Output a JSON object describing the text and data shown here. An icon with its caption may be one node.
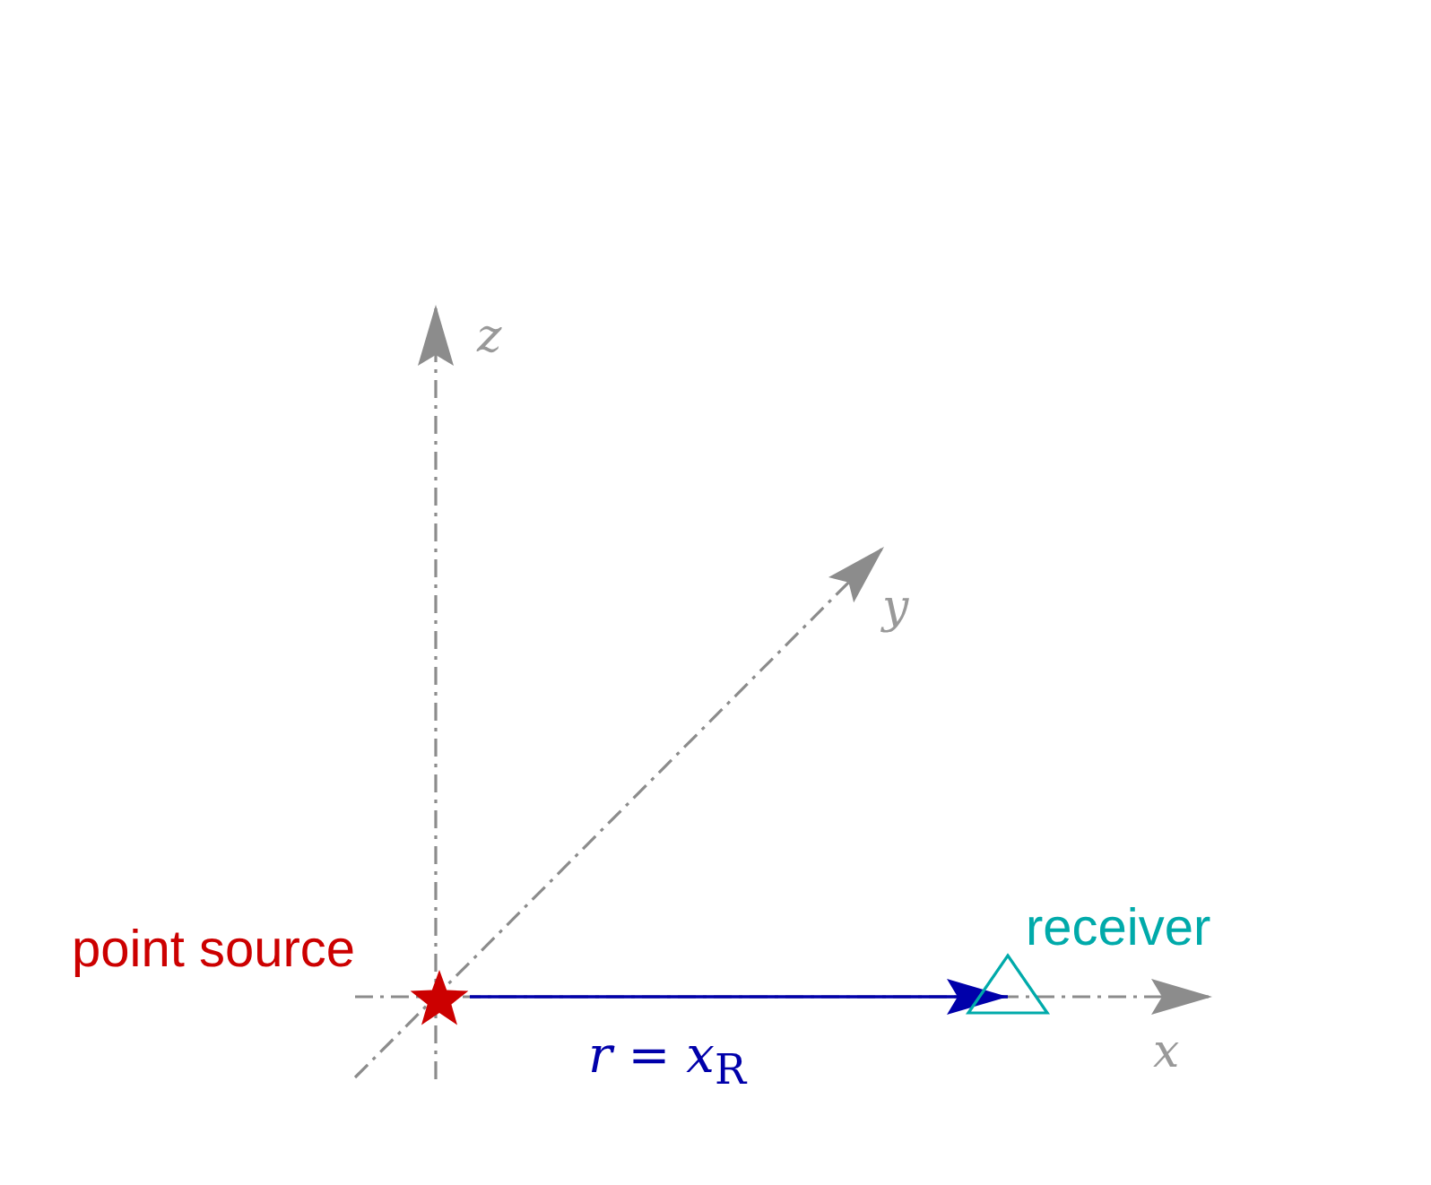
{
  "diagram": {
    "nodes": [
      {
        "text": [
          "point source"
        ]
      },
      {
        "text": [
          "receiver"
        ]
      }
    ],
    "edges": [
      {
        "from": 0,
        "to": 1,
        "arrow": "to",
        "label": "*r* = *x*$_{R}$"
      }
    ],
    "labels": [
      "z",
      "y",
      "x"
    ]
  }
}
